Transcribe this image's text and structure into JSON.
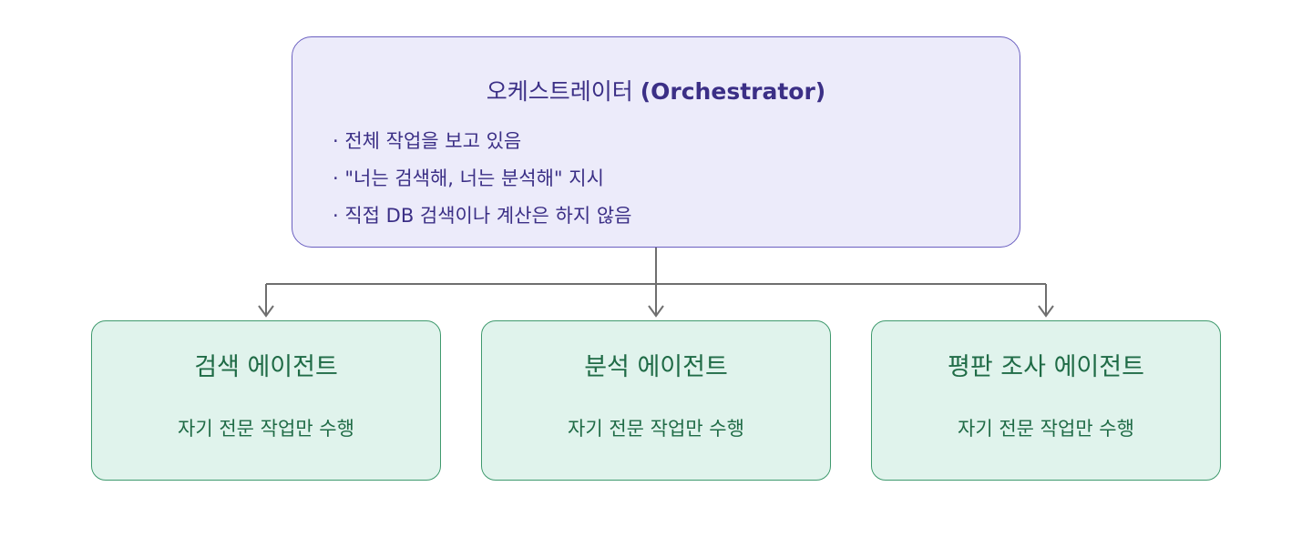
{
  "orchestrator": {
    "title_ko": "오케스트레이터",
    "title_en": "(Orchestrator)",
    "bullets": [
      "· 전체 작업을 보고 있음",
      "· \"너는 검색해, 너는 분석해\" 지시",
      "· 직접 DB 검색이나 계산은 하지 않음"
    ]
  },
  "agents": [
    {
      "title": "검색 에이전트",
      "desc": "자기 전문 작업만 수행"
    },
    {
      "title": "분석 에이전트",
      "desc": "자기 전문 작업만 수행"
    },
    {
      "title": "평판 조사 에이전트",
      "desc": "자기 전문 작업만 수행"
    }
  ],
  "colors": {
    "orchestrator_fill": "#ecebfa",
    "orchestrator_border": "#6a5fc0",
    "orchestrator_text": "#3b2f86",
    "agent_fill": "#e0f3ec",
    "agent_border": "#3f9a6e",
    "agent_text": "#1f6b46",
    "connector": "#6f6f6f"
  }
}
